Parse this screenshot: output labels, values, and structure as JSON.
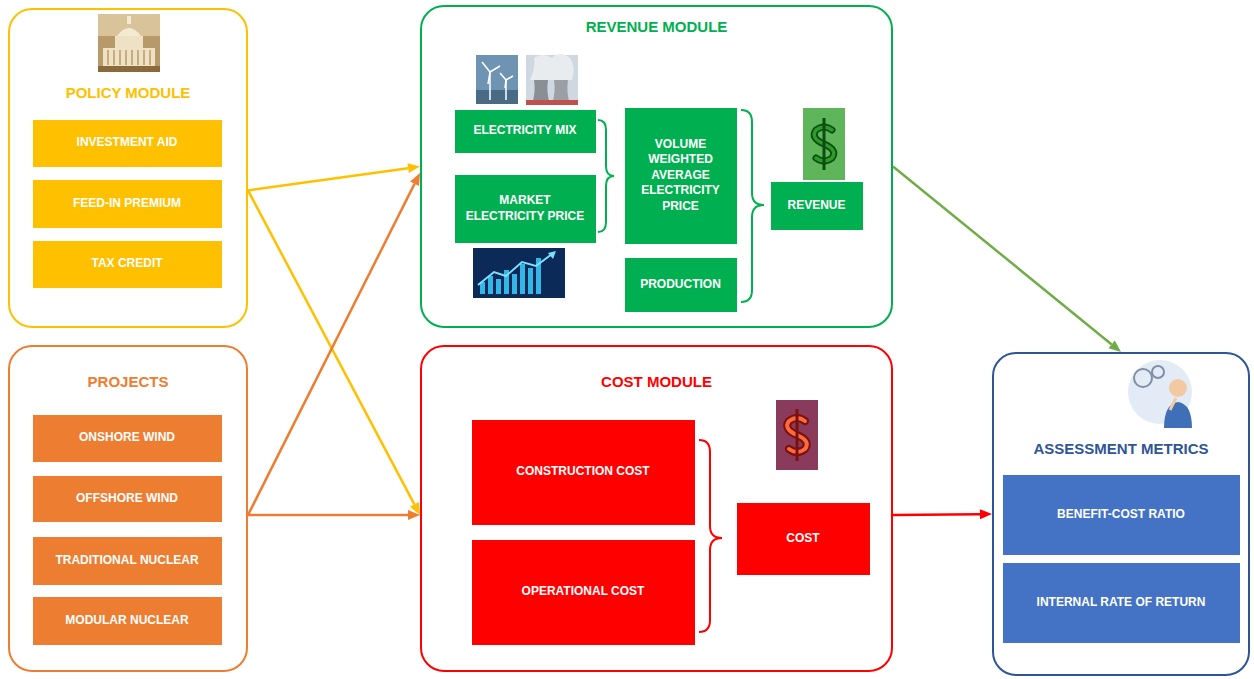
{
  "diagram": {
    "nodes": [
      {
        "text": [
          "POLICY MODULE"
        ]
      },
      {
        "text": [
          "INVESTMENT AID"
        ],
        "in": 0
      },
      {
        "text": [
          "FEED-IN PREMIUM"
        ],
        "in": 0
      },
      {
        "text": [
          "TAX CREDIT"
        ],
        "in": 0
      },
      {
        "text": [
          "REVENUE MODULE"
        ]
      },
      {
        "text": [
          "ELECTRICITY MIX"
        ],
        "in": 4
      },
      {
        "text": [
          "MARKET ELECTRICITY PRICE"
        ],
        "in": 4
      },
      {
        "text": [
          "VOLUME WEIGHTED AVERAGE ELECTRICITY PRICE"
        ],
        "in": 4
      },
      {
        "text": [
          "PRODUCTION"
        ],
        "in": 4
      },
      {
        "text": [
          "REVENUE"
        ],
        "in": 4
      },
      {
        "text": [
          "PROJECTS"
        ]
      },
      {
        "text": [
          "ONSHORE WIND"
        ],
        "in": 10
      },
      {
        "text": [
          "OFFSHORE WIND"
        ],
        "in": 10
      },
      {
        "text": [
          "TRADITIONAL NUCLEAR"
        ],
        "in": 10
      },
      {
        "text": [
          "MODULAR NUCLEAR"
        ],
        "in": 10
      },
      {
        "text": [
          "COST MODULE"
        ]
      },
      {
        "text": [
          "CONSTRUCTION COST"
        ],
        "in": 15
      },
      {
        "text": [
          "OPERATIONAL COST"
        ],
        "in": 15
      },
      {
        "text": [
          "COST"
        ],
        "in": 15
      },
      {
        "text": [
          "ASSESSMENT METRICS"
        ]
      },
      {
        "text": [
          "BENEFIT-COST RATIO"
        ],
        "in": 19
      },
      {
        "text": [
          "INTERNAL RATE OF RETURN"
        ],
        "in": 19
      }
    ],
    "edges": [
      {
        "from": 0,
        "to": 4,
        "arrow": "to"
      },
      {
        "from": 0,
        "to": 15,
        "arrow": "to"
      },
      {
        "from": 10,
        "to": 4,
        "arrow": "to"
      },
      {
        "from": 10,
        "to": 15,
        "arrow": "to"
      },
      {
        "from": 4,
        "to": 19,
        "arrow": "to"
      },
      {
        "from": 15,
        "to": 19,
        "arrow": "to"
      }
    ]
  }
}
